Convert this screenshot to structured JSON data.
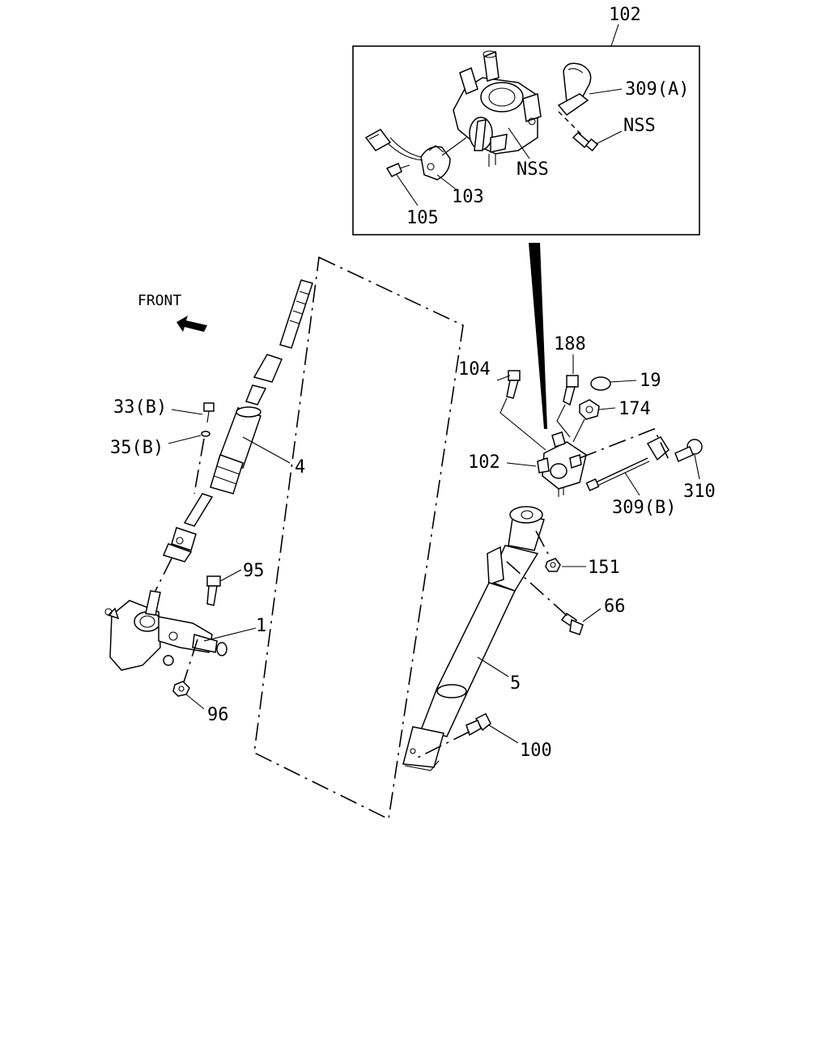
{
  "labels": {
    "front": "FRONT",
    "l102_top": "102",
    "l309a": "309(A)",
    "lnss1": "NSS",
    "lnss2": "NSS",
    "l103": "103",
    "l105": "105",
    "l188": "188",
    "l104": "104",
    "l19": "19",
    "l174": "174",
    "l102_mid": "102",
    "l309b": "309(B)",
    "l310": "310",
    "l151": "151",
    "l66": "66",
    "l5": "5",
    "l100": "100",
    "l33b": "33(B)",
    "l35b": "35(B)",
    "l4": "4",
    "l95": "95",
    "l1": "1",
    "l96": "96"
  }
}
